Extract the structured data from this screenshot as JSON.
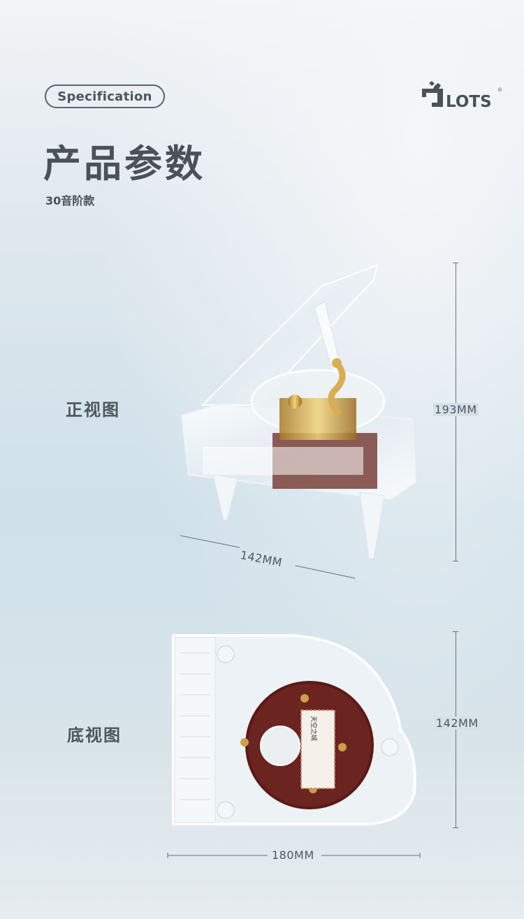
{
  "header": {
    "badge": "Specification",
    "title": "产品参数",
    "subtitle": "30音阶款"
  },
  "logo": {
    "text": "LOTS",
    "mark": "®"
  },
  "front_view": {
    "label": "正视图",
    "height": "193MM",
    "width": "142MM"
  },
  "bottom_view": {
    "label": "底视图",
    "height": "142MM",
    "width": "180MM",
    "sticker_line1": "天空之城"
  },
  "colors": {
    "text": "#4a5157",
    "wood": "#5a1a16",
    "gold": "#c9a04a"
  }
}
